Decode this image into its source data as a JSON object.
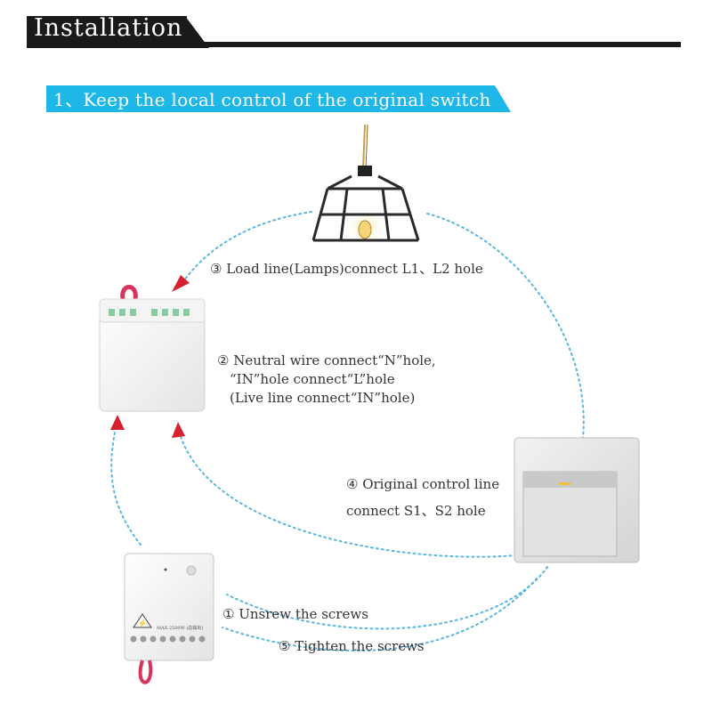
{
  "header": {
    "title": "Installation"
  },
  "step": {
    "title": "1、Keep the local control of the original switch"
  },
  "labels": {
    "load_line": "③ Load line(Lamps)connect L1、L2 hole",
    "neutral_1": "② Neutral wire connect“N”hole,",
    "neutral_2": "“IN”hole connect“L”hole",
    "neutral_3": "(Live line connect“IN”hole)",
    "original_1": "④ Original control line",
    "original_2": "connect S1、S2 hole",
    "unscrew": "① Unsrew the screws",
    "tighten": "⑤ Tighten the screws"
  },
  "module_text": {
    "rating": "MAX 2500W (总输出)"
  },
  "colors": {
    "header": "#1a1a1a",
    "accent_cyan": "#1fb6e8",
    "dotted_path": "#5bb6e0",
    "arrow_red": "#d6212e",
    "wire_red": "#d8345e"
  }
}
